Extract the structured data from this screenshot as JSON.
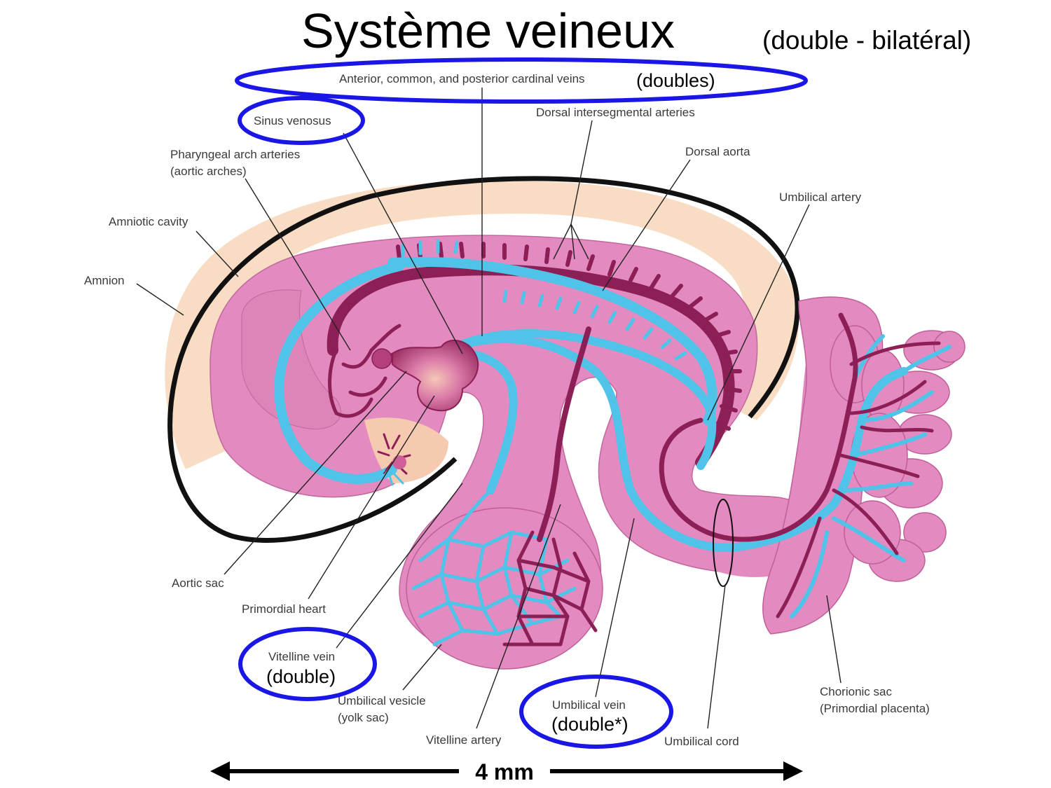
{
  "title": {
    "main": "Système veineux",
    "sub": "(double - bilatéral)"
  },
  "labels": {
    "cardinal_veins": "Anterior, common, and posterior cardinal veins",
    "dorsal_intersegmental": "Dorsal intersegmental arteries",
    "sinus_venosus": "Sinus venosus",
    "dorsal_aorta": "Dorsal aorta",
    "pharyngeal_line1": "Pharyngeal arch arteries",
    "pharyngeal_line2": "(aortic arches)",
    "umbilical_artery": "Umbilical artery",
    "amniotic_cavity": "Amniotic cavity",
    "amnion": "Amnion",
    "aortic_sac": "Aortic sac",
    "primordial_heart": "Primordial heart",
    "vitelline_vein": "Vitelline vein",
    "umbilical_vesicle_line1": "Umbilical vesicle",
    "umbilical_vesicle_line2": "(yolk sac)",
    "umbilical_vein": "Umbilical vein",
    "vitelline_artery": "Vitelline artery",
    "umbilical_cord": "Umbilical cord",
    "chorionic_line1": "Chorionic sac",
    "chorionic_line2": "(Primordial placenta)"
  },
  "annotations": {
    "doubles": "(doubles)",
    "vitelline_double": "(double)",
    "umbilical_double": "(double*)"
  },
  "scale_bar": {
    "label": "4 mm"
  },
  "colors": {
    "highlight": "#1a16e6",
    "vein": "#4fc3e8",
    "artery": "#8c1f55",
    "embryo": "#e38bc0",
    "amnion_fill": "#f9dcc4"
  }
}
